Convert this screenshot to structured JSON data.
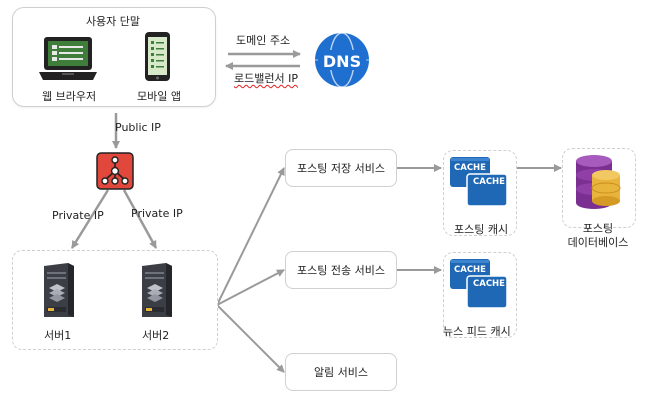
{
  "client": {
    "title": "사용자 단말",
    "web_label": "웹 브라우저",
    "mobile_label": "모바일 앱"
  },
  "dns": {
    "label": "DNS",
    "domain_label": "도메인 주소",
    "lb_ip_label": "로드밸런서 IP"
  },
  "load_balancer": {
    "public_ip_label": "Public IP",
    "private_ip_left": "Private IP",
    "private_ip_right": "Private IP"
  },
  "servers": {
    "server1": "서버1",
    "server2": "서버2"
  },
  "services": {
    "post_storage": "포스팅 저장 서비스",
    "post_transfer": "포스팅 전송 서비스",
    "notification": "알림 서비스"
  },
  "caches": {
    "cache_word": "CACHE",
    "post_cache_label": "포스팅 캐시",
    "feed_cache_label": "뉴스 피드 캐시"
  },
  "database": {
    "label_line1": "포스팅",
    "label_line2": "데이터베이스"
  },
  "colors": {
    "arrow": "#9a9a9a",
    "dns_blue": "#1e6fd0",
    "lb_red": "#e2473c",
    "cache_blue": "#1f68b5",
    "db_purple": "#8f3fa6",
    "db_gold": "#e8b43c",
    "laptop_green": "#3f7d3a"
  }
}
